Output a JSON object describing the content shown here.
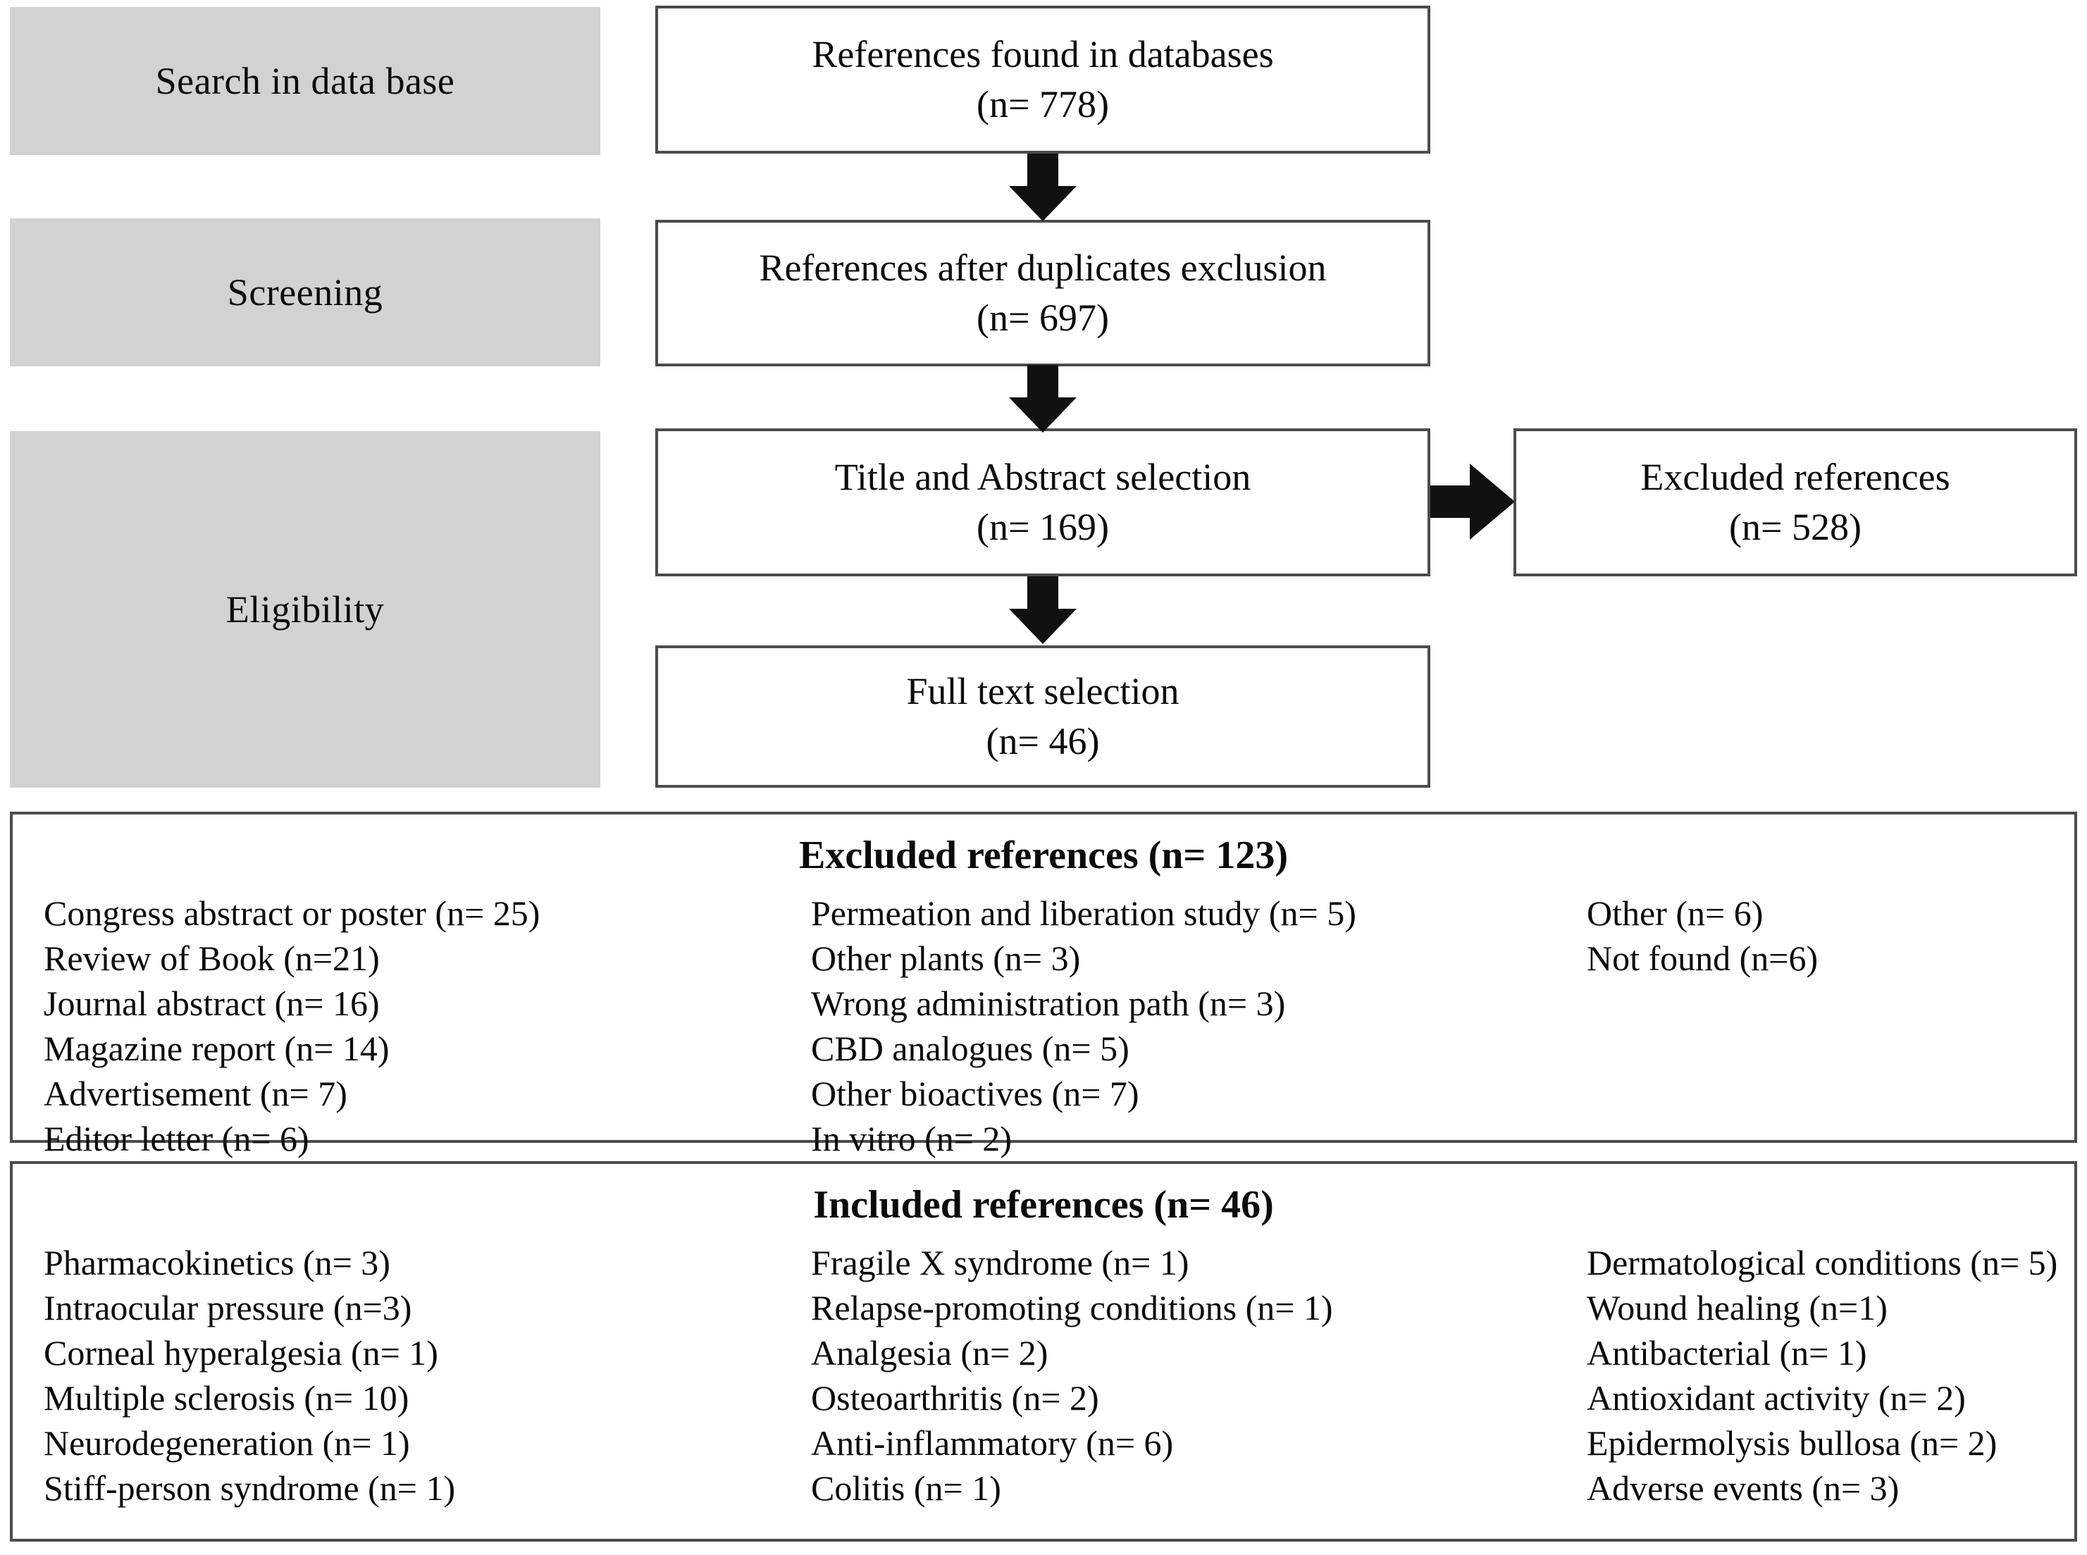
{
  "stages": [
    {
      "id": "search",
      "label": "Search in  data base"
    },
    {
      "id": "screening",
      "label": "Screening"
    },
    {
      "id": "eligibility",
      "label": "Eligibility"
    }
  ],
  "flow_boxes": [
    {
      "id": "found",
      "line1": "References found in databases",
      "line2": "(n= 778)"
    },
    {
      "id": "dedup",
      "line1": "References after duplicates exclusion",
      "line2": "(n= 697)"
    },
    {
      "id": "titleabs",
      "line1": "Title  and Abstract selection",
      "line2": "(n= 169)"
    },
    {
      "id": "excluded",
      "line1": "Excluded references",
      "line2": "(n= 528)"
    },
    {
      "id": "fulltext",
      "line1": "Full  text selection",
      "line2": "(n= 46)"
    }
  ],
  "arrows": [
    {
      "id": "found-to-dedup",
      "direction": "down"
    },
    {
      "id": "dedup-to-titleabs",
      "direction": "down"
    },
    {
      "id": "titleabs-to-fulltext",
      "direction": "down"
    },
    {
      "id": "titleabs-to-excluded",
      "direction": "right"
    }
  ],
  "excluded_panel": {
    "title": "Excluded references (n= 123)",
    "columns": [
      [
        "Congress abstract or poster (n= 25)",
        "Review  of Book (n=21)",
        "Journal  abstract  (n= 16)",
        "Magazine  report  (n= 14)",
        "Advertisement  (n= 7)",
        "Editor  letter  (n= 6)"
      ],
      [
        "Permeation  and liberation  study  (n= 5)",
        "Other plants  (n= 3)",
        "Wrong  administration  path (n= 3)",
        "CBD analogues  (n= 5)",
        "Other bioactives  (n= 7)",
        "In vitro  (n= 2)"
      ],
      [
        "Other  (n=  6)",
        "Not found  (n=6)"
      ]
    ]
  },
  "included_panel": {
    "title": "Included references (n= 46)",
    "columns": [
      [
        "Pharmacokinetics  (n= 3)",
        "Intraocular  pressure  (n=3)",
        "Corneal  hyperalgesia  (n= 1)",
        "Multiple  sclerosis  (n= 10)",
        "Neurodegeneration  (n= 1)",
        "Stiff-person  syndrome  (n= 1)"
      ],
      [
        "Fragile  X syndrome  (n= 1)",
        "Relapse-promoting  conditions  (n= 1)",
        "Analgesia  (n= 2)",
        "Osteoarthritis  (n= 2)",
        "Anti-inflammatory  (n= 6)",
        "Colitis  (n= 1)"
      ],
      [
        "Dermatological  conditions  (n= 5)",
        "Wound healing  (n=1)",
        "Antibacterial  (n= 1)",
        "Antioxidant  activity  (n= 2)",
        "Epidermolysis  bullosa (n= 2)",
        "Adverse events  (n= 3)"
      ]
    ]
  },
  "colors": {
    "stage_fill": "#d2d2d2",
    "box_border": "#4c4c4c",
    "arrow_fill": "#111111",
    "text": "#0b0b0b",
    "background": "#ffffff"
  }
}
